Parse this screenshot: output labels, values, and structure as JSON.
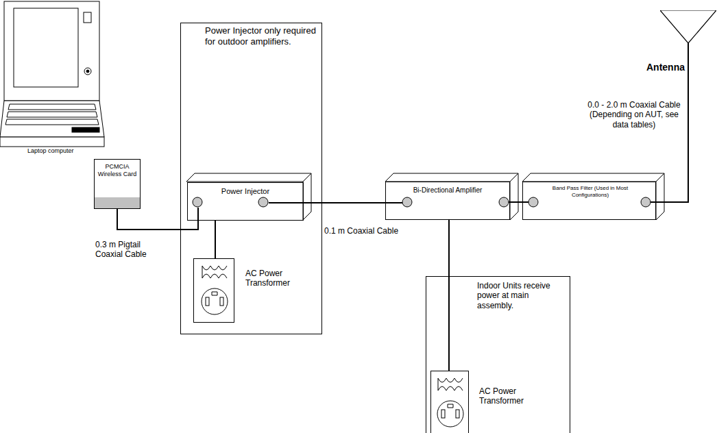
{
  "diagram": {
    "nodes": [
      {
        "text": [
          "Power Injector only required for outdoor amplifiers."
        ]
      },
      {
        "text": [
          "Power Injector"
        ],
        "in": 0
      },
      {
        "text": [
          "AC Power Transformer"
        ],
        "in": 0
      },
      {
        "text": [
          "PCMCIA Wireless Card"
        ]
      },
      {
        "text": [
          "Bi-Directional Amplifier"
        ]
      },
      {
        "text": [
          "Indoor Units receive power at main assembly."
        ]
      },
      {
        "text": [
          "AC Power Transformer"
        ],
        "in": 5
      },
      {
        "text": [
          "Band Pass Filter (Used in Most Configurations)"
        ]
      },
      {
        "text": [
          "Antenna"
        ]
      }
    ],
    "edges": [
      {
        "from": 3,
        "to": 1,
        "arrow": "none",
        "label": "0.3 m Pigtail Coaxial Cable"
      },
      {
        "from": 1,
        "to": 4,
        "arrow": "none",
        "label": "0.1 m Coaxial Cable"
      },
      {
        "from": 1,
        "to": 2,
        "arrow": "none"
      },
      {
        "from": 4,
        "to": 6,
        "arrow": "none"
      },
      {
        "from": 4,
        "to": 7,
        "arrow": "none"
      },
      {
        "from": 7,
        "to": 8,
        "arrow": "none",
        "label": "0.0 - 2.0 m Coaxial Cable (Depending on AUT, see data tables)"
      }
    ],
    "labels": [
      "Laptop computer"
    ]
  }
}
